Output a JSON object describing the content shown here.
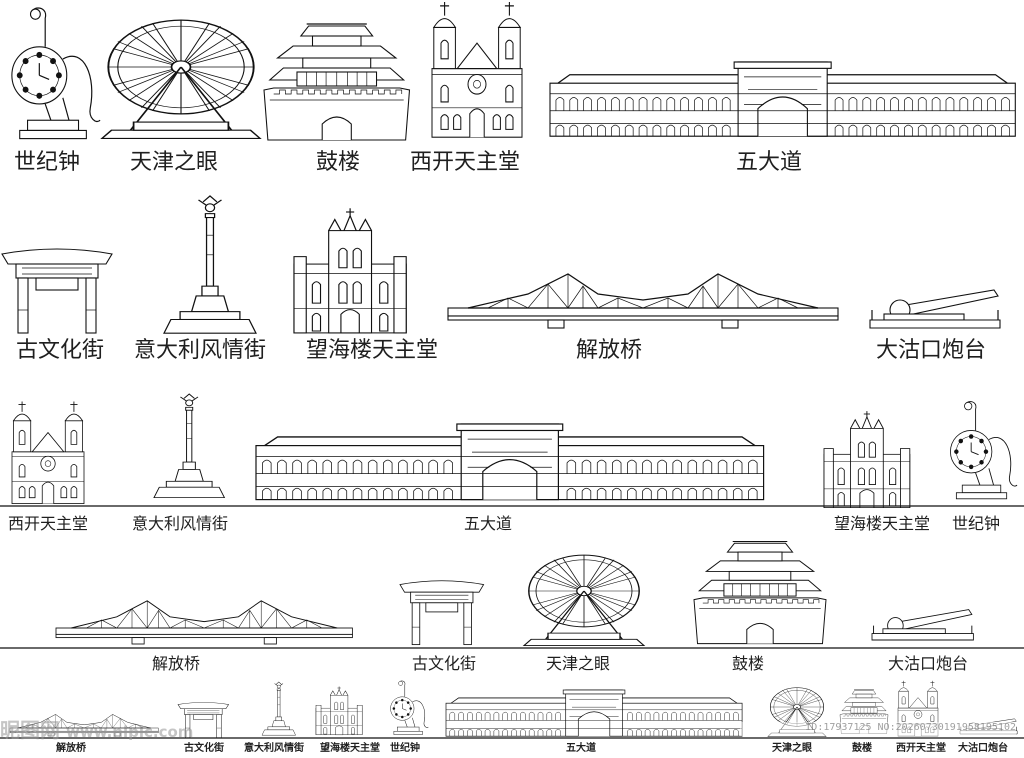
{
  "rows": [
    {
      "labels": [
        "世纪钟",
        "天津之眼",
        "鼓楼",
        "西开天主堂",
        "五大道"
      ],
      "icons": [
        "clock-tower-icon",
        "ferris-wheel-icon",
        "drum-tower-icon",
        "church-icon",
        "long-building-icon"
      ]
    },
    {
      "labels": [
        "古文化街",
        "意大利风情街",
        "望海楼天主堂",
        "解放桥",
        "大沽口炮台"
      ],
      "icons": [
        "archway-icon",
        "angel-column-icon",
        "church-icon",
        "truss-bridge-icon",
        "cannon-icon"
      ]
    },
    {
      "labels": [
        "西开天主堂",
        "意大利风情街",
        "五大道",
        "望海楼天主堂",
        "世纪钟"
      ],
      "icons": [
        "church-icon",
        "angel-column-icon",
        "long-building-icon",
        "church-icon",
        "clock-tower-icon"
      ]
    },
    {
      "labels": [
        "解放桥",
        "古文化街",
        "天津之眼",
        "鼓楼",
        "大沽口炮台"
      ],
      "icons": [
        "truss-bridge-icon",
        "archway-icon",
        "ferris-wheel-icon",
        "drum-tower-icon",
        "cannon-icon"
      ]
    },
    {
      "labels": [
        "解放桥",
        "古文化街",
        "意大利风情街",
        "望海楼天主堂",
        "世纪钟",
        "五大道",
        "天津之眼",
        "鼓楼",
        "西开天主堂",
        "大沽口炮台"
      ],
      "icons": [
        "truss-bridge-icon",
        "archway-icon",
        "angel-column-icon",
        "church-icon",
        "clock-tower-icon",
        "long-building-icon",
        "ferris-wheel-icon",
        "drum-tower-icon",
        "church-icon",
        "cannon-icon"
      ]
    }
  ],
  "watermark": {
    "left_text": "昵图网",
    "left_url": "www.nipic.com",
    "right_text": "ID:17937125 NO:20260730191958195102"
  }
}
